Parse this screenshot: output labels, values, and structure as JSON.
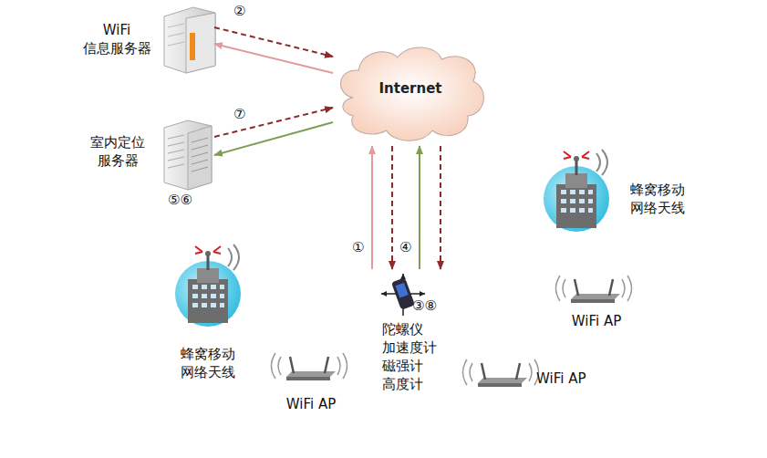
{
  "diagram": {
    "nodes": [
      {
        "text": [
          "WiFi 信息服务器"
        ]
      },
      {
        "text": [
          "室内定位 服务器"
        ]
      },
      {
        "text": [
          "Internet"
        ]
      },
      {
        "text": [
          "陀螺仪 加速度计 磁强计 高度计"
        ]
      },
      {
        "text": [
          "蜂窝移动 网络天线"
        ]
      },
      {
        "text": [
          "蜂窝移动 网络天线"
        ]
      },
      {
        "text": [
          "WiFi AP"
        ]
      },
      {
        "text": [
          "WiFi AP"
        ]
      },
      {
        "text": [
          "WiFi AP"
        ]
      }
    ],
    "edges": [
      {
        "from": 3,
        "to": 2,
        "arrow": "to"
      },
      {
        "from": 2,
        "to": 3,
        "arrow": "to"
      },
      {
        "from": 3,
        "to": 2,
        "arrow": "to"
      },
      {
        "from": 2,
        "to": 3,
        "arrow": "to"
      },
      {
        "from": 2,
        "to": 0,
        "arrow": "to"
      },
      {
        "from": 0,
        "to": 2,
        "arrow": "to"
      },
      {
        "from": 1,
        "to": 2,
        "arrow": "to"
      },
      {
        "from": 2,
        "to": 1,
        "arrow": "to"
      }
    ],
    "labels": [
      "②",
      "⑦",
      "⑤⑥",
      "①",
      "④",
      "③⑧"
    ]
  }
}
